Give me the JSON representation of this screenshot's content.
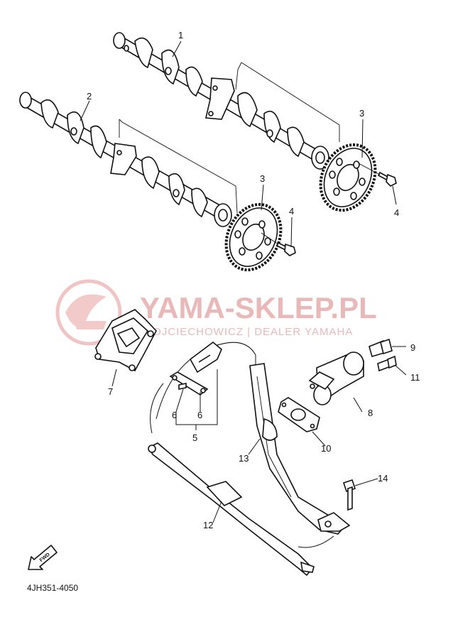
{
  "watermark": {
    "brand": "YAMA-SKLEP.PL",
    "tagline": "WOJCIECHOWICZ | DEALER YAMAHA"
  },
  "callouts": [
    "1",
    "2",
    "3",
    "3",
    "4",
    "4",
    "5",
    "6",
    "6",
    "7",
    "8",
    "9",
    "10",
    "11",
    "12",
    "13",
    "14"
  ],
  "fwd_label": "FWD",
  "diagram_code": "4JH351-4050"
}
